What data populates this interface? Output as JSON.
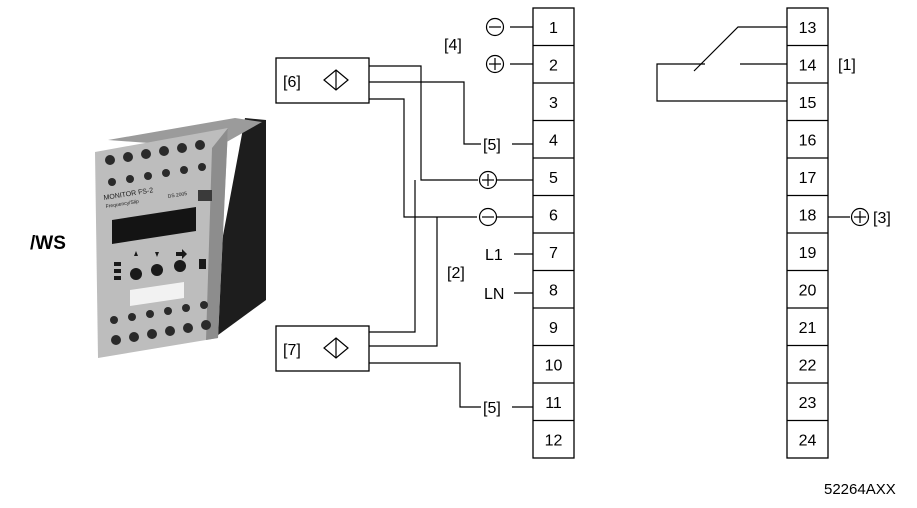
{
  "device": {
    "label": "/WS",
    "faceplate_text": "MONITOR FS-2",
    "faceplate_subtext": "Frequency/Slip",
    "faceplate_code": "DS 2005"
  },
  "terminal_block_left": [
    "1",
    "2",
    "3",
    "4",
    "5",
    "6",
    "7",
    "8",
    "9",
    "10",
    "11",
    "12"
  ],
  "terminal_block_right": [
    "13",
    "14",
    "15",
    "16",
    "17",
    "18",
    "19",
    "20",
    "21",
    "22",
    "23",
    "24"
  ],
  "labels": {
    "ref_4": "[4]",
    "ref_5_top": "[5]",
    "ref_5_bottom": "[5]",
    "ref_6": "[6]",
    "ref_7": "[7]",
    "ref_2": "[2]",
    "ref_1": "[1]",
    "ref_3": "[3]",
    "l1": "L1",
    "ln": "LN"
  },
  "figure_code": "52264AXX"
}
